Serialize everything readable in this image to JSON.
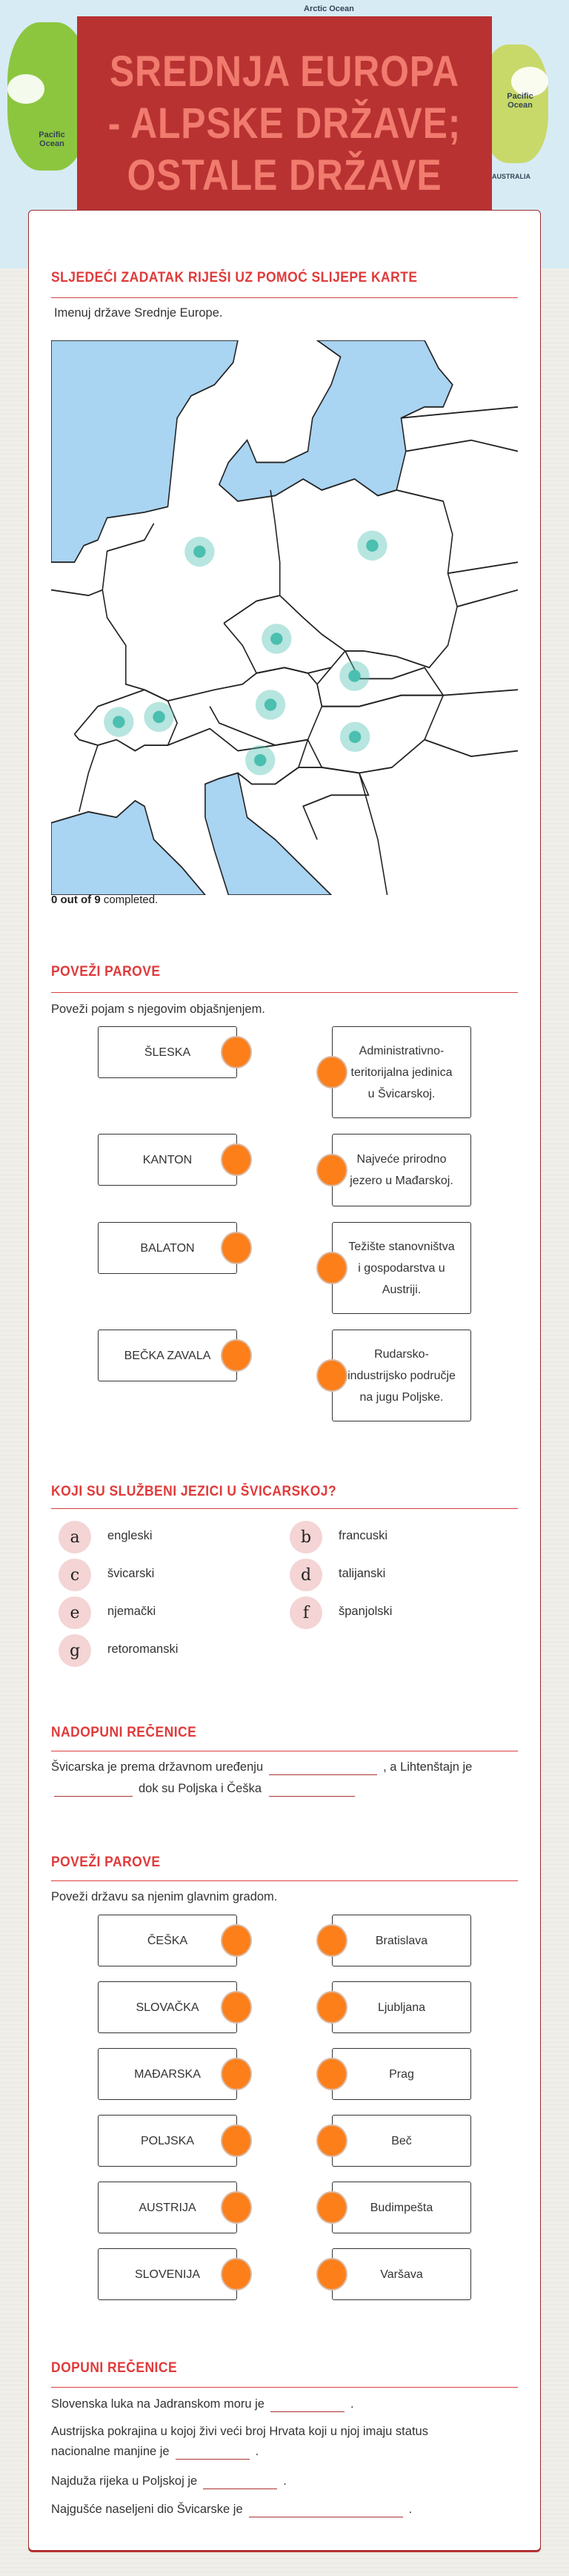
{
  "header": {
    "title": "SREDNJA EUROPA - ALPSKE DRŽAVE; OSTALE DRŽAVE SREDNJE EUROPE",
    "background_labels": [
      "Arctic Ocean",
      "Pacific Ocean",
      "Pacific Ocean",
      "AUSTRALIA"
    ]
  },
  "colors": {
    "accent": "#e03a3a",
    "hero_bg": "#b83232",
    "hero_text": "#f07b6e",
    "connector": "#fc7f1a",
    "option_circle": "#f4d4d4",
    "sea": "#a9d4f2",
    "marker": "#4bbfb0"
  },
  "sections": {
    "map_task": {
      "title": "Sljedeći zadatak riješi uz pomoć slijepe karte",
      "instruction": "Imenuj države Srednje Europe.",
      "progress_done": "0 out of 9",
      "progress_suffix": " completed.",
      "hotspots_total": 9,
      "hotspots_completed": 0
    },
    "pairs1": {
      "title": "Poveži parove",
      "instruction": "Poveži pojam s njegovim objašnjenjem.",
      "left": [
        "ŠLESKA",
        "KANTON",
        "BALATON",
        "BEČKA ZAVALA"
      ],
      "right": [
        "Administrativno-teritorijalna jedinica u Švicarskoj.",
        "Najveće prirodno jezero u Mađarskoj.",
        "Težište stanovništva i gospodarstva u Austriji.",
        "Rudarsko-industrijsko područje na jugu Poljske."
      ]
    },
    "languages": {
      "title": "Koji su službeni jezici u Švicarskoj?",
      "options": [
        {
          "letter": "a",
          "text": "engleski"
        },
        {
          "letter": "b",
          "text": "francuski"
        },
        {
          "letter": "c",
          "text": "švicarski"
        },
        {
          "letter": "d",
          "text": "talijanski"
        },
        {
          "letter": "e",
          "text": "njemački"
        },
        {
          "letter": "f",
          "text": "španjolski"
        },
        {
          "letter": "g",
          "text": "retoromanski"
        }
      ]
    },
    "fill1": {
      "title": "Nadopuni rečenice",
      "part1": "Švicarska je prema državnom uređenju",
      "part2": ", a Lihtenštajn je",
      "part3": "dok su Poljska i Češka"
    },
    "pairs2": {
      "title": "Poveži parove",
      "instruction": "Poveži državu sa njenim glavnim gradom.",
      "left": [
        "ČEŠKA",
        "SLOVAČKA",
        "MAĐARSKA",
        "POLJSKA",
        "AUSTRIJA",
        "SLOVENIJA"
      ],
      "right": [
        "Bratislava",
        "Ljubljana",
        "Prag",
        "Beč",
        "Budimpešta",
        "Varšava"
      ]
    },
    "fill2": {
      "title": "Dopuni rečenice",
      "s1": "Slovenska luka na Jadranskom moru je",
      "s2a": "Austrijska pokrajina u kojoj živi veći broj Hrvata koji u njoj imaju status",
      "s2b": "nacionalne manjine je",
      "s3": "Najduža rijeka u Poljskoj je",
      "s4": "Najgušće naseljeni dio Švicarske je",
      "period": "."
    }
  }
}
